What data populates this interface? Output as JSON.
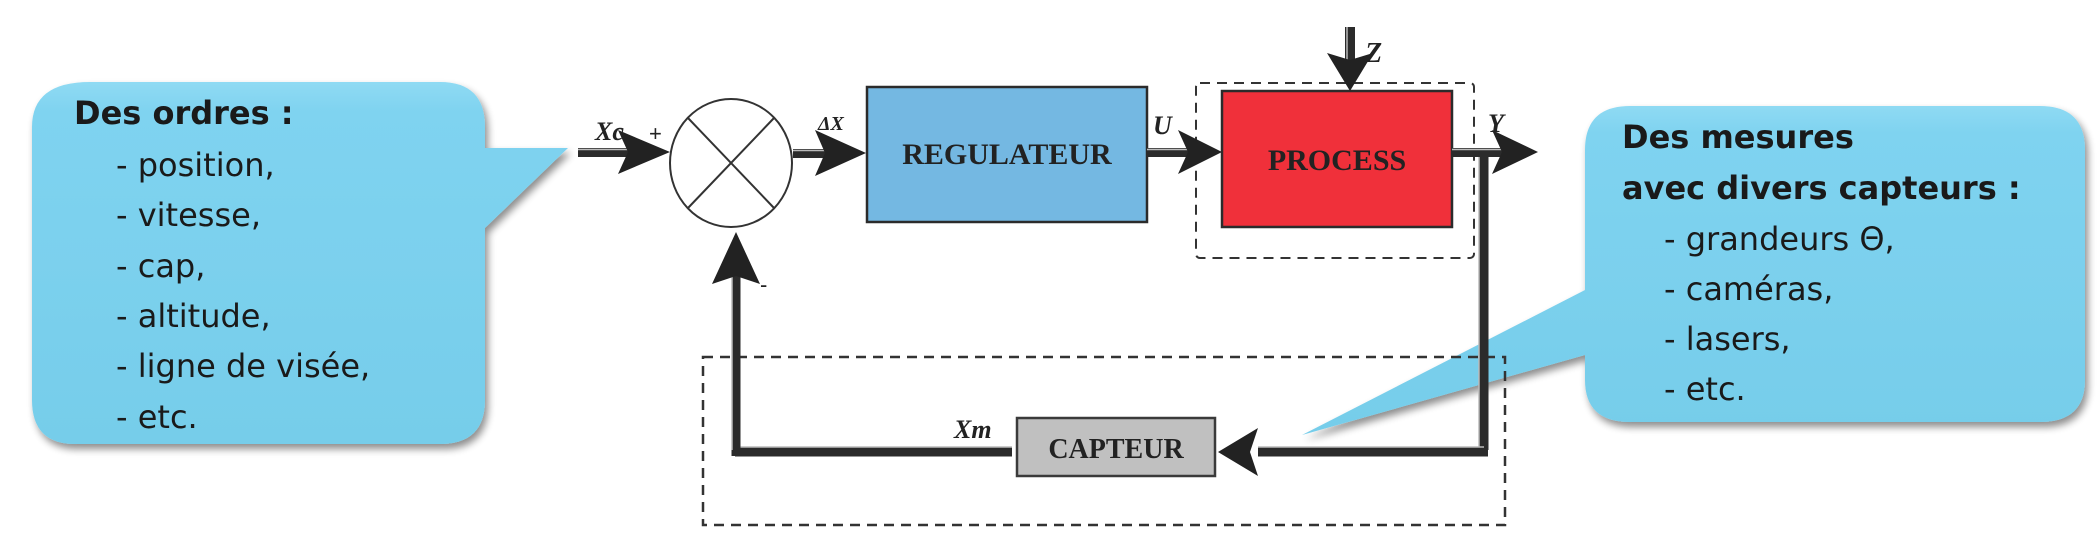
{
  "diagram": {
    "title": "Boucle de régulation",
    "blocks": {
      "regulator": {
        "label": "REGULATEUR",
        "color": "#74b8e2"
      },
      "process": {
        "label": "PROCESS",
        "color": "#f0303a"
      },
      "sensor": {
        "label": "CAPTEUR",
        "color": "#c0c0c0"
      }
    },
    "signals": {
      "setpoint": "Xc",
      "error": "ΔX",
      "command": "U",
      "disturbance": "Z",
      "output": "Y",
      "measurement": "Xm"
    },
    "comparator": {
      "plus_sign": "+",
      "minus_sign": "-"
    },
    "callouts": {
      "left": {
        "title": "Des ordres :",
        "items": [
          "- position,",
          "- vitesse,",
          "- cap,",
          "- altitude,",
          "- ligne de visée,",
          "- etc."
        ],
        "color": "#7fd4f0"
      },
      "right": {
        "title_line1": "Des mesures",
        "title_line2": "avec divers capteurs :",
        "items": [
          "- grandeurs Θ,",
          "- caméras,",
          "- lasers,",
          "- etc."
        ],
        "color": "#7fd4f0"
      }
    }
  }
}
